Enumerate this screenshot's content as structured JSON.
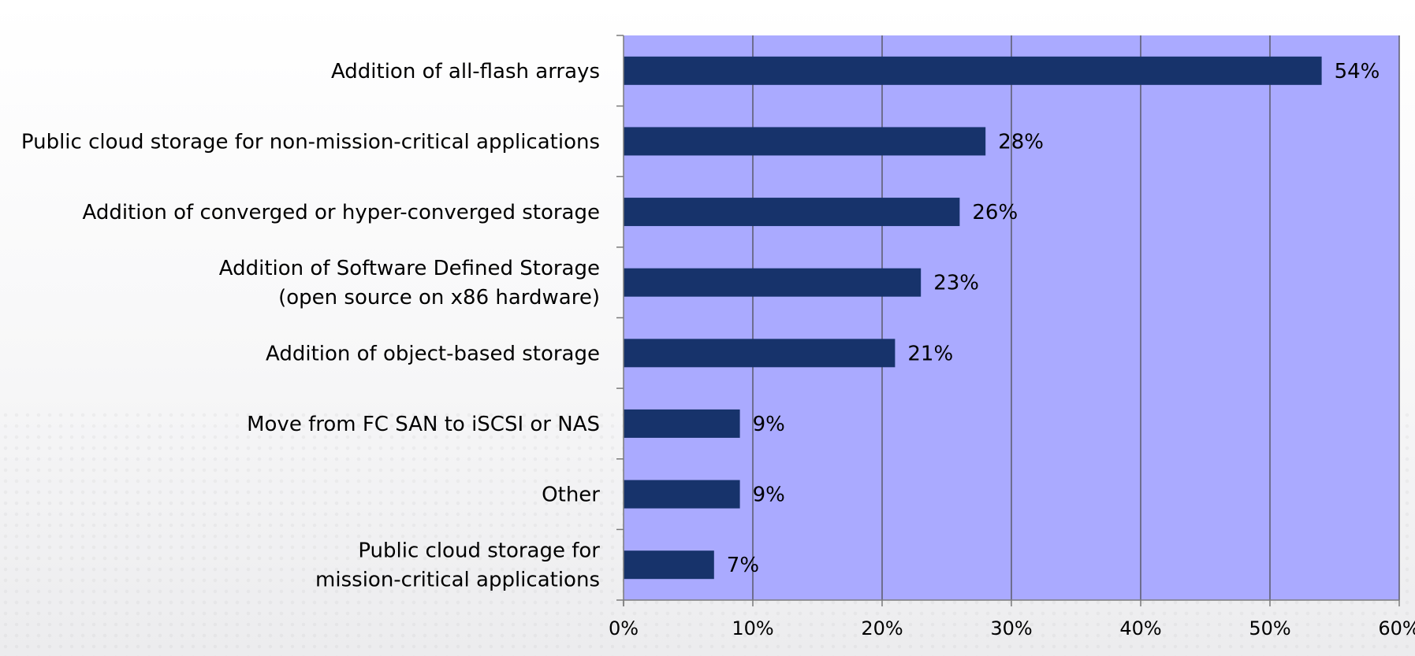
{
  "chart_data": {
    "type": "bar",
    "orientation": "horizontal",
    "categories": [
      [
        "Addition of all-flash arrays"
      ],
      [
        "Public cloud storage for non-mission-critical applications"
      ],
      [
        "Addition of converged or hyper-converged storage"
      ],
      [
        "Addition of Software Defined Storage",
        "(open source on x86 hardware)"
      ],
      [
        "Addition of object-based storage"
      ],
      [
        "Move from FC SAN to iSCSI or NAS"
      ],
      [
        "Other"
      ],
      [
        "Public cloud storage for",
        "mission-critical applications"
      ]
    ],
    "values": [
      54,
      28,
      26,
      23,
      21,
      9,
      9,
      7
    ],
    "value_labels": [
      "54%",
      "28%",
      "26%",
      "23%",
      "21%",
      "9%",
      "9%",
      "7%"
    ],
    "x_ticks": [
      0,
      10,
      20,
      30,
      40,
      50,
      60
    ],
    "x_tick_labels": [
      "0%",
      "10%",
      "20%",
      "30%",
      "40%",
      "50%",
      "60%"
    ],
    "xlim": [
      0,
      60
    ],
    "title": "",
    "xlabel": "",
    "ylabel": "",
    "grid": "vertical",
    "legend": "none",
    "colors": {
      "bar": "#17336b",
      "plot_background": "#aaaaff",
      "gridline": "#5a5a6a",
      "axis": "#7a7a7a"
    }
  }
}
